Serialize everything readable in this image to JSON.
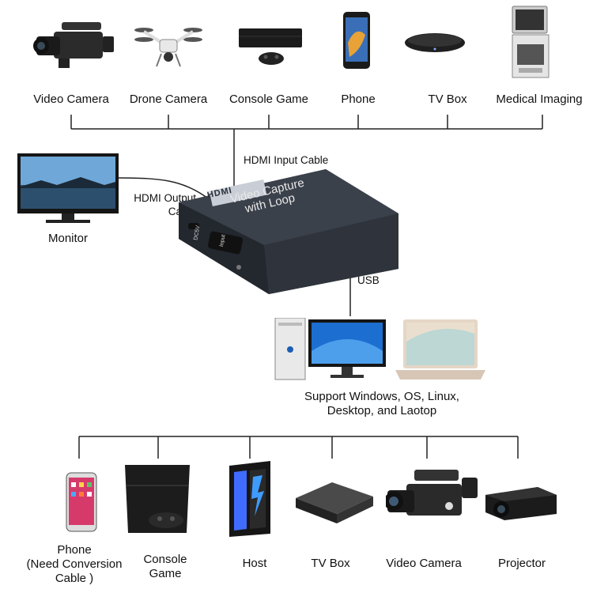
{
  "top_sources": [
    {
      "label": "Video Camera",
      "icon": "video-camera-icon"
    },
    {
      "label": "Drone Camera",
      "icon": "drone-icon"
    },
    {
      "label": "Console Game",
      "icon": "game-console-icon"
    },
    {
      "label": "Phone",
      "icon": "smartphone-icon"
    },
    {
      "label": "TV Box",
      "icon": "tv-box-icon"
    },
    {
      "label": "Medical Imaging",
      "icon": "medical-imaging-icon"
    }
  ],
  "cables": {
    "hdmi_input": "HDMI Input Cable",
    "hdmi_output": "HDMI Output\nCable",
    "usb": "USB"
  },
  "monitor": {
    "label": "Monitor",
    "icon": "monitor-icon"
  },
  "capture_device": {
    "brand": "HDMI",
    "title": "Video  Capture\nwith Loop",
    "port_dc": "DC5V",
    "port_input": "Input",
    "icon": "capture-card-icon"
  },
  "pc_support": {
    "label": "Support Windows, OS, Linux,\nDesktop, and Laotop",
    "icons": [
      "desktop-tower-icon",
      "desktop-monitor-icon",
      "laptop-icon"
    ]
  },
  "bottom_sources": [
    {
      "label": "Phone\n(Need Conversion\nCable )",
      "icon": "smartphone-icon"
    },
    {
      "label": "Console\nGame",
      "icon": "game-console-icon"
    },
    {
      "label": "Host",
      "icon": "pc-host-icon"
    },
    {
      "label": "TV Box",
      "icon": "tv-box-icon"
    },
    {
      "label": "Video Camera",
      "icon": "video-camera-icon"
    },
    {
      "label": "Projector",
      "icon": "projector-icon"
    }
  ],
  "colors": {
    "line": "#222222",
    "device_body": "#2b3038",
    "screen_blue": "#2a86d6"
  }
}
